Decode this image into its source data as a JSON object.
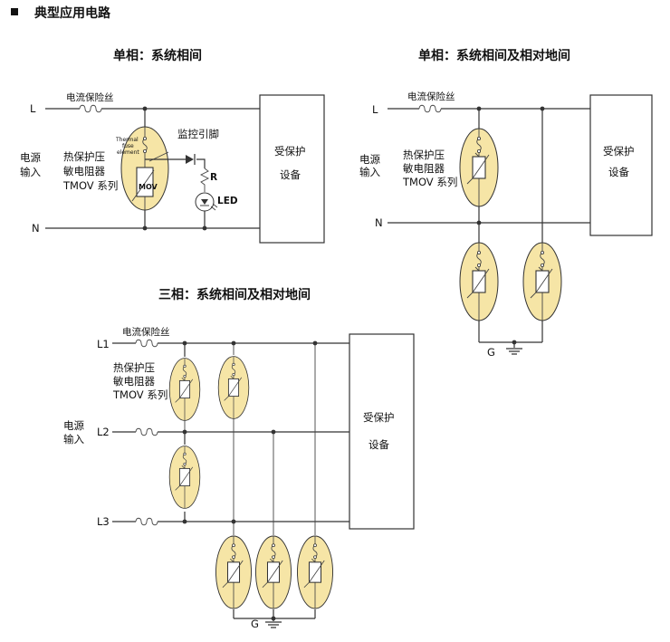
{
  "heading": "典型应用电路",
  "diagrams": {
    "single_phase_line": {
      "title": "单相：系统相间",
      "line_l": "L",
      "line_n": "N",
      "fuse_label": "电流保险丝",
      "input_label_1": "电源",
      "input_label_2": "输入",
      "device_label_1": "热保护压",
      "device_label_2": "敏电阻器",
      "device_label_3": "TMOV 系列",
      "thermal_label_1": "Thermal",
      "thermal_label_2": "fuse",
      "thermal_label_3": "element",
      "mov_label": "MOV",
      "monitor_label": "监控引脚",
      "resistor_label": "R",
      "led_label": "LED",
      "equipment_label_1": "受保护",
      "equipment_label_2": "设备"
    },
    "single_phase_ground": {
      "title": "单相：系统相间及相对地间",
      "line_l": "L",
      "line_n": "N",
      "ground": "G",
      "fuse_label": "电流保险丝",
      "input_label_1": "电源",
      "input_label_2": "输入",
      "device_label_1": "热保护压",
      "device_label_2": "敏电阻器",
      "device_label_3": "TMOV 系列",
      "equipment_label_1": "受保护",
      "equipment_label_2": "设备"
    },
    "three_phase": {
      "title": "三相：系统相间及相对地间",
      "line_l1": "L1",
      "line_l2": "L2",
      "line_l3": "L3",
      "ground": "G",
      "fuse_label": "电流保险丝",
      "input_label_1": "电源",
      "input_label_2": "输入",
      "device_label_1": "热保护压",
      "device_label_2": "敏电阻器",
      "device_label_3": "TMOV 系列",
      "equipment_label_1": "受保护",
      "equipment_label_2": "设备"
    }
  }
}
